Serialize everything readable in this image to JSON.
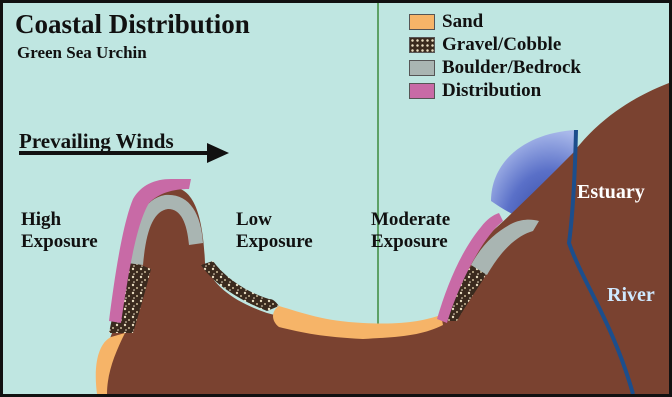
{
  "title": "Coastal Distribution",
  "subtitle": "Green Sea Urchin",
  "winds_label": "Prevailing Winds",
  "legend": {
    "items": [
      {
        "label": "Sand",
        "color": "#f6b468",
        "pattern": "solid"
      },
      {
        "label": "Gravel/Cobble",
        "color": "#3a2a1e",
        "pattern": "speckled"
      },
      {
        "label": "Boulder/Bedrock",
        "color": "#a9b5b2",
        "pattern": "solid"
      },
      {
        "label": "Distribution",
        "color": "#c86aa6",
        "pattern": "solid"
      }
    ]
  },
  "sites": {
    "high": "High Exposure",
    "low": "Low Exposure",
    "moderate": "Moderate Exposure"
  },
  "features": {
    "estuary": "Estuary",
    "river": "River"
  },
  "colors": {
    "water": "#bfe6e1",
    "land": "#7a4230",
    "sand": "#f6b468",
    "boulder": "#a9b5b2",
    "distribution": "#c86aa6",
    "river": "#1c4e8c"
  }
}
